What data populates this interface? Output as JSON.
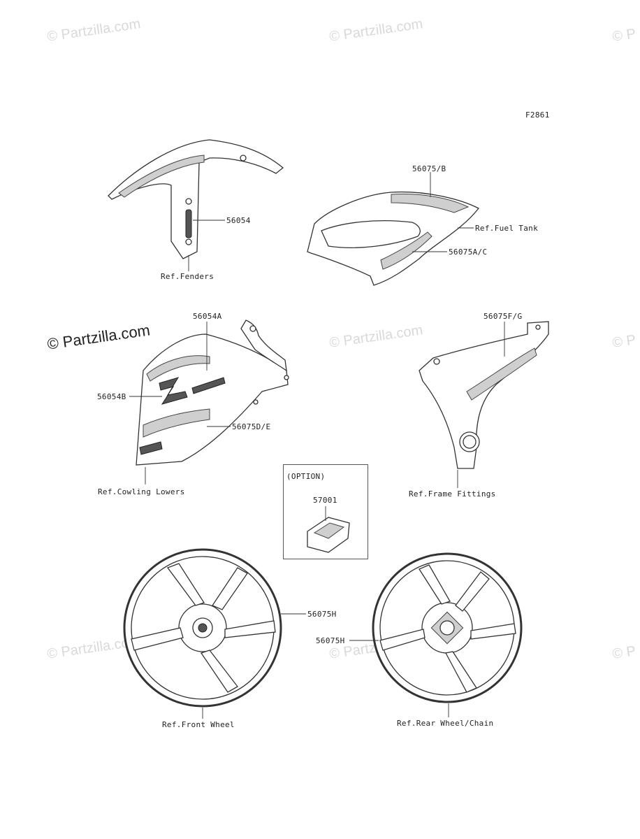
{
  "diagram_code": "F2861",
  "watermarks": [
    "© Partzilla.com",
    "© Partzilla.com",
    "© P",
    "© Partzilla.com",
    "© Partzilla.com",
    "© P",
    "© Partzilla.com",
    "© Partzilla.com",
    "© P"
  ],
  "parts": {
    "fender_decal": "56054",
    "fuel_tank_upper": "56075/B",
    "fuel_tank_lower": "56075A/C",
    "cowl_logo": "56054A",
    "cowl_z": "56054B",
    "cowl_stripe": "56075D/E",
    "frame_fitting": "56075F/G",
    "option_part": "57001",
    "front_wheel": "56075H",
    "rear_wheel": "56075H"
  },
  "refs": {
    "fenders": "Ref.Fenders",
    "fuel_tank": "Ref.Fuel Tank",
    "cowling_lowers": "Ref.Cowling Lowers",
    "frame_fittings": "Ref.Frame Fittings",
    "front_wheel": "Ref.Front Wheel",
    "rear_wheel": "Ref.Rear Wheel/Chain"
  },
  "option_label": "(OPTION)"
}
